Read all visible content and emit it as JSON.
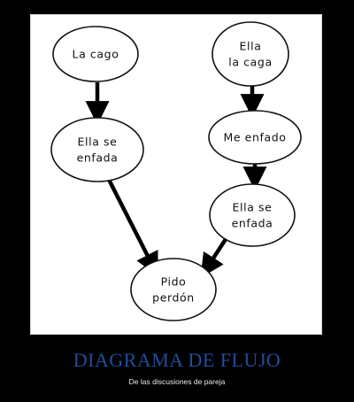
{
  "diagram": {
    "nodes": [
      {
        "id": "la-cago",
        "lines": [
          "La cago"
        ]
      },
      {
        "id": "ella-la-caga",
        "lines": [
          "Ella",
          "la caga"
        ]
      },
      {
        "id": "ella-se-enfada-left",
        "lines": [
          "Ella se",
          "enfada"
        ]
      },
      {
        "id": "me-enfado",
        "lines": [
          "Me enfado"
        ]
      },
      {
        "id": "ella-se-enfada-right",
        "lines": [
          "Ella se",
          "enfada"
        ]
      },
      {
        "id": "pido-perdon",
        "lines": [
          "Pido",
          "perdón"
        ]
      }
    ],
    "edges": [
      {
        "from": "la-cago",
        "to": "ella-se-enfada-left"
      },
      {
        "from": "ella-la-caga",
        "to": "me-enfado"
      },
      {
        "from": "me-enfado",
        "to": "ella-se-enfada-right"
      },
      {
        "from": "ella-se-enfada-left",
        "to": "pido-perdon"
      },
      {
        "from": "ella-se-enfada-right",
        "to": "pido-perdon"
      }
    ]
  },
  "caption": {
    "title": "DIAGRAMA DE FLUJO",
    "subtitle": "De las discusiones de pareja"
  }
}
